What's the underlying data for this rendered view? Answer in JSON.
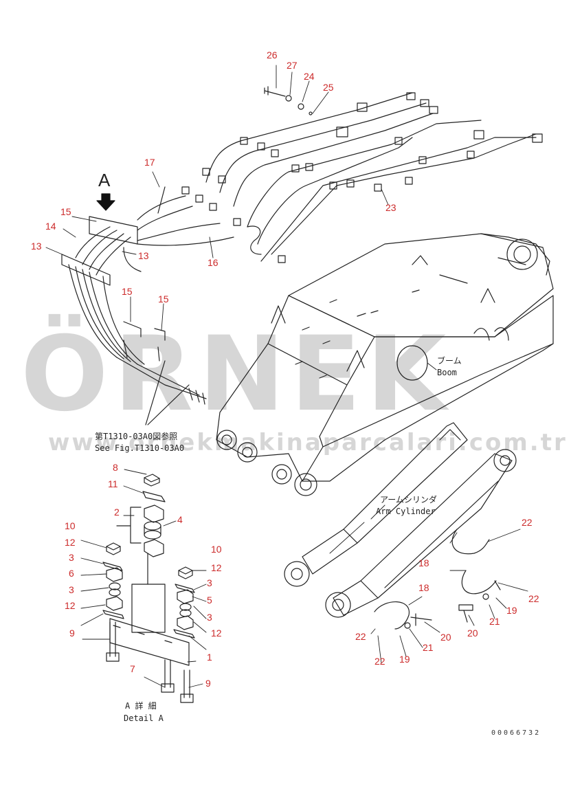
{
  "watermark": {
    "brand": "ÖRNEK",
    "url": "www.ornekmakinaparcalari.com.tr"
  },
  "view_marker": "A",
  "labels": {
    "boom_jp": "ブーム",
    "boom_en": "Boom",
    "arm_cyl_jp": "アームシリンダ",
    "arm_cyl_en": "Arm Cylinder",
    "see_fig_jp": "第T1310-03A0図参照",
    "see_fig_en": "See Fig.T1310-03A0",
    "detail_jp": "A 詳 細",
    "detail_en": "Detail A"
  },
  "drawing_number": "00066732",
  "part_numbers": [
    "26",
    "27",
    "24",
    "25",
    "17",
    "15",
    "14",
    "13",
    "13",
    "16",
    "23",
    "15",
    "15",
    "8",
    "11",
    "2",
    "4",
    "10",
    "12",
    "3",
    "6",
    "3",
    "12",
    "9",
    "10",
    "12",
    "3",
    "5",
    "3",
    "12",
    "1",
    "7",
    "9",
    "22",
    "18",
    "22",
    "18",
    "19",
    "21",
    "20",
    "20",
    "21",
    "19",
    "22",
    "22"
  ],
  "colors": {
    "callout": "#cc2a2a",
    "line": "#222222",
    "watermark": "#c9c9c9"
  }
}
